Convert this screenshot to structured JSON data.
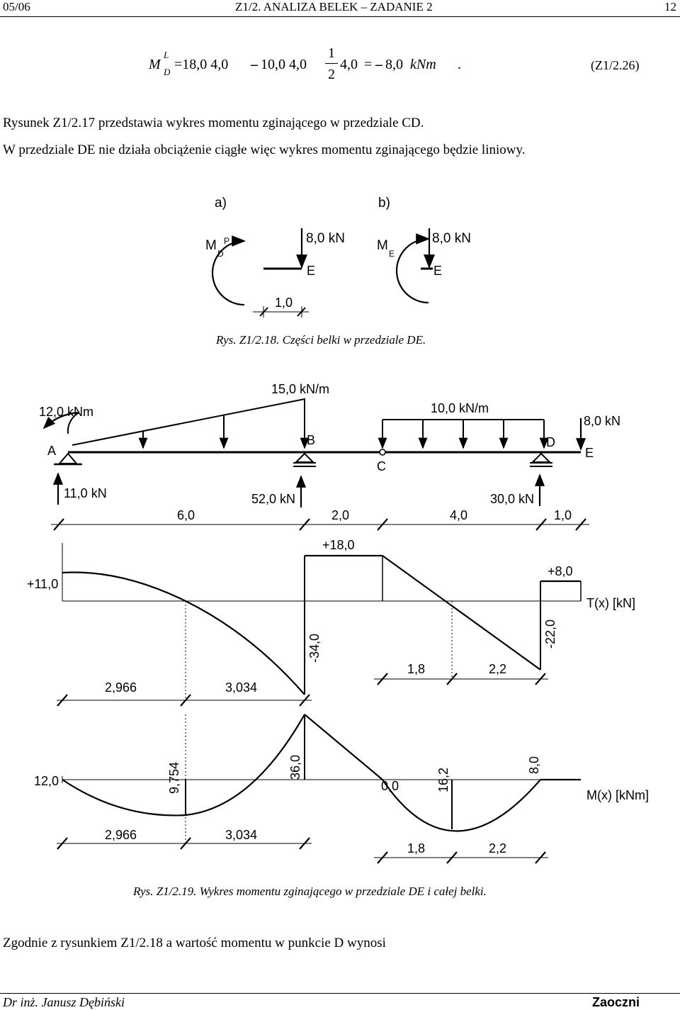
{
  "header": {
    "left": "05/06",
    "center": "Z1/2. ANALIZA BELEK – ZADANIE 2",
    "right": "12"
  },
  "equation": {
    "text": "M",
    "sup": "L",
    "sub": "D",
    "body_a": "=18,0 4,0",
    "body_b": "10,0 4,0",
    "frac_num": "1",
    "frac_den": "2",
    "body_c": "4,0",
    "body_d": "8,0",
    "unit": "kNm",
    "label": "(Z1/2.26)"
  },
  "paragraph": {
    "line1": "Rysunek Z1/2.17 przedstawia wykres momentu zginającego w przedziale CD.",
    "line2": "W przedziale DE nie działa obciążenie ciągłe więc wykres momentu zginającego będzie liniowy."
  },
  "figure18": {
    "label_a": "a)",
    "label_b": "b)",
    "mp": "M",
    "mp_sup": "P",
    "mp_sub": "D",
    "force_a": "8,0 kN",
    "force_b": "8,0 kN",
    "point_e_a": "E",
    "point_e_b": "E",
    "me": "M",
    "me_sub": "E",
    "dim": "1,0",
    "caption": "Rys. Z1/2.18. Części belki w przedziale DE."
  },
  "beam": {
    "q_tri": "15,0 kN/m",
    "moment": "12,0 kNm",
    "q_uni": "10,0 kN/m",
    "force_e": "8,0 kN",
    "pt_a": "A",
    "pt_b": "B",
    "pt_c": "C",
    "pt_d": "D",
    "pt_e": "E",
    "r_a": "11,0 kN",
    "r_b": "52,0 kN",
    "r_d": "30,0 kN",
    "dims": [
      "6,0",
      "2,0",
      "4,0",
      "1,0"
    ]
  },
  "shear": {
    "v_a": "+11,0",
    "v_top": "+18,0",
    "v_bl": "-34,0",
    "v_e": "+8,0",
    "v_dl": "-22,0",
    "label": "T(x) [kN]",
    "dims": [
      "2,966",
      "3,034",
      "1,8",
      "2,2"
    ]
  },
  "moment_diagram": {
    "m_a": "12,0",
    "m_min1": "9,754",
    "m_b": "36,0",
    "m_c": "0,0",
    "m_min2": "16,2",
    "m_d": "8,0",
    "label": "M(x) [kNm]",
    "dims": [
      "2,966",
      "3,034",
      "1,8",
      "2,2"
    ]
  },
  "caption19": "Rys. Z1/2.19. Wykres momentu zginającego w przedziale DE i całej belki.",
  "final_text": "Zgodnie z rysunkiem Z1/2.18 a wartość momentu w punkcie D wynosi",
  "footer": {
    "left": "Dr inż. Janusz Dębiński",
    "right": "Zaoczni"
  }
}
